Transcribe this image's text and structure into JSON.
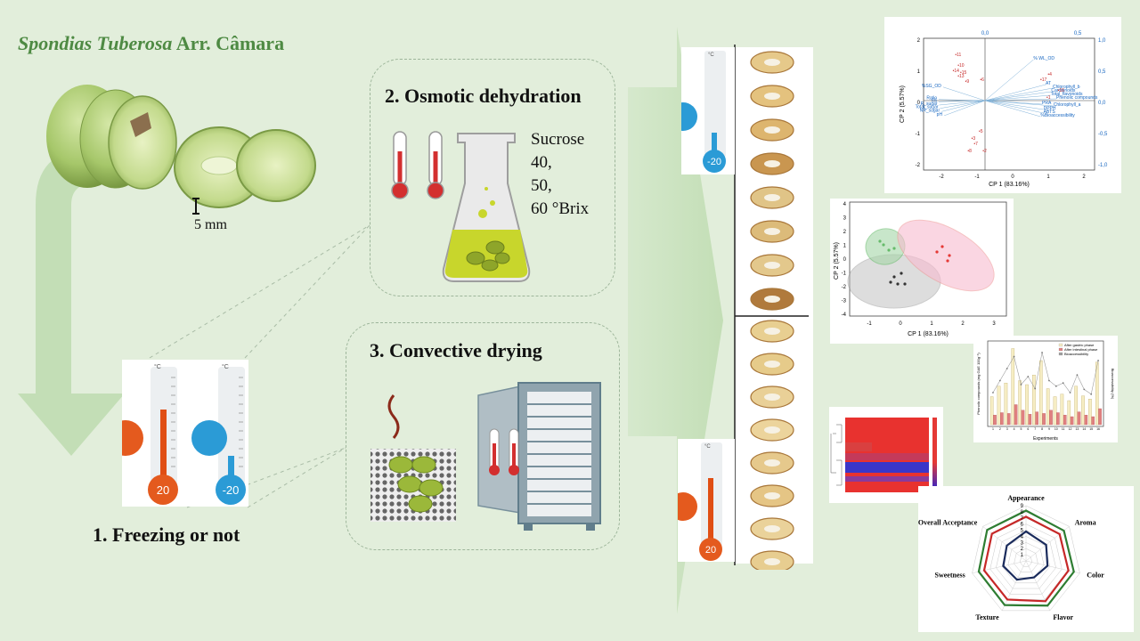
{
  "title": {
    "species": "Spondias Tuberosa",
    "author": "Arr. Câmara"
  },
  "slice_label": "5 mm",
  "steps": {
    "s1": "1. Freezing or not",
    "s2": "2. Osmotic dehydration",
    "s3": "3. Convective drying"
  },
  "osmotic": {
    "solute": "Sucrose",
    "c1": "40,",
    "c2": "50,",
    "c3": "60 °Brix"
  },
  "thermometers": {
    "unit": "°C",
    "warm": "20",
    "cold": "-20"
  },
  "colors": {
    "background": "#e2eedb",
    "title_green": "#4e8a43",
    "arrow": "#c3deb6",
    "hot": "#e45a1e",
    "cold": "#2b9bd6"
  },
  "pca_loadings": {
    "xlabel": "CP 1 (83.16%)",
    "ylabel": "CP 2 (5.57%)",
    "bottom_ticks": [
      "-2",
      "-1",
      "0",
      "1",
      "2"
    ],
    "left_ticks": [
      "2",
      "1",
      "0",
      "-1",
      "-2"
    ],
    "top_ticks": [
      "0,0",
      "0,5"
    ],
    "right_ticks": [
      "1,0",
      "0,5",
      "0,0",
      "-0,5",
      "-1,0"
    ],
    "var_labels_left": [
      "%SG_OD",
      "Ratio",
      "SS",
      "R_sugar",
      "Total_sugar",
      "NR_sugar",
      "pH"
    ],
    "var_labels_right": [
      "% WL_OD",
      "AT",
      "Chlorophyll_b",
      "Carotenoids",
      "Total_flavonoids",
      "Phenolic compounds",
      "PRA",
      "Chlorophyll_a",
      "DPPH",
      "ABTS",
      "%Bioaccessibility"
    ],
    "sample_labels": [
      "11",
      "10",
      "14",
      "15",
      "13",
      "9",
      "4",
      "17",
      "16",
      "1",
      "6",
      "5",
      "3",
      "7",
      "8",
      "2"
    ]
  },
  "pca_scores": {
    "xlabel": "CP 1 (83.16%)",
    "ylabel": "CP 2 (5.57%)",
    "xticks": [
      "-1",
      "0",
      "1",
      "2",
      "3"
    ],
    "yticks": [
      "4",
      "3",
      "2",
      "1",
      "0",
      "-1",
      "-2",
      "-3",
      "-4"
    ]
  },
  "bar_chart": {
    "ylabel": "Phenolic compounds (mg GAE 100g⁻¹)",
    "y2label": "Bioaccessibility (%)",
    "xlabel": "Experiments",
    "legend": [
      "After gastric phase",
      "After intestinal phase",
      "Bioaccessibility"
    ],
    "categories": [
      "1",
      "2",
      "3",
      "4",
      "5",
      "6",
      "7",
      "8",
      "9",
      "10",
      "11",
      "12",
      "13",
      "14",
      "15",
      "16"
    ],
    "gastric": [
      35,
      48,
      52,
      95,
      55,
      50,
      62,
      80,
      45,
      35,
      38,
      30,
      48,
      36,
      32,
      78
    ],
    "intestinal": [
      12,
      15,
      14,
      25,
      18,
      13,
      16,
      14,
      18,
      15,
      12,
      10,
      16,
      12,
      10,
      20
    ],
    "bioaccessibility": [
      40,
      55,
      70,
      85,
      50,
      60,
      45,
      90,
      55,
      48,
      52,
      40,
      62,
      44,
      38,
      80
    ]
  },
  "radar": {
    "attributes": [
      "Appearance",
      "Aroma",
      "Color",
      "Flavor",
      "Texture",
      "Sweetness",
      "Overall Acceptance"
    ],
    "scale_labels": [
      "9",
      "8",
      "7",
      "6",
      "5",
      "4",
      "3",
      "2",
      "1"
    ],
    "series": [
      {
        "color": "#2e7d32",
        "values": [
          8.2,
          7.9,
          8.0,
          8.1,
          8.0,
          7.9,
          8.1
        ]
      },
      {
        "color": "#c62828",
        "values": [
          7.2,
          7.0,
          7.1,
          7.3,
          7.0,
          7.0,
          7.1
        ]
      },
      {
        "color": "#1a2b5c",
        "values": [
          4.8,
          4.2,
          3.6,
          3.0,
          3.4,
          3.8,
          4.0
        ]
      }
    ]
  }
}
